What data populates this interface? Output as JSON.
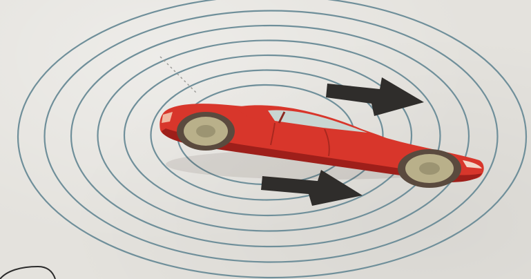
{
  "scene": {
    "subject": "red sports car",
    "palette": {
      "paper": "#e4e2dd",
      "rings": "#6f8f9a",
      "car_body": "#d8362b",
      "car_dark": "#9e1f1a",
      "window": "#c9d6d2",
      "wheel": "#b9b08a",
      "tire": "#5a4a3e",
      "arrow": "#2f2d2b"
    },
    "rings": {
      "count": 7
    },
    "arrows": {
      "count": 2,
      "direction": "right"
    }
  }
}
